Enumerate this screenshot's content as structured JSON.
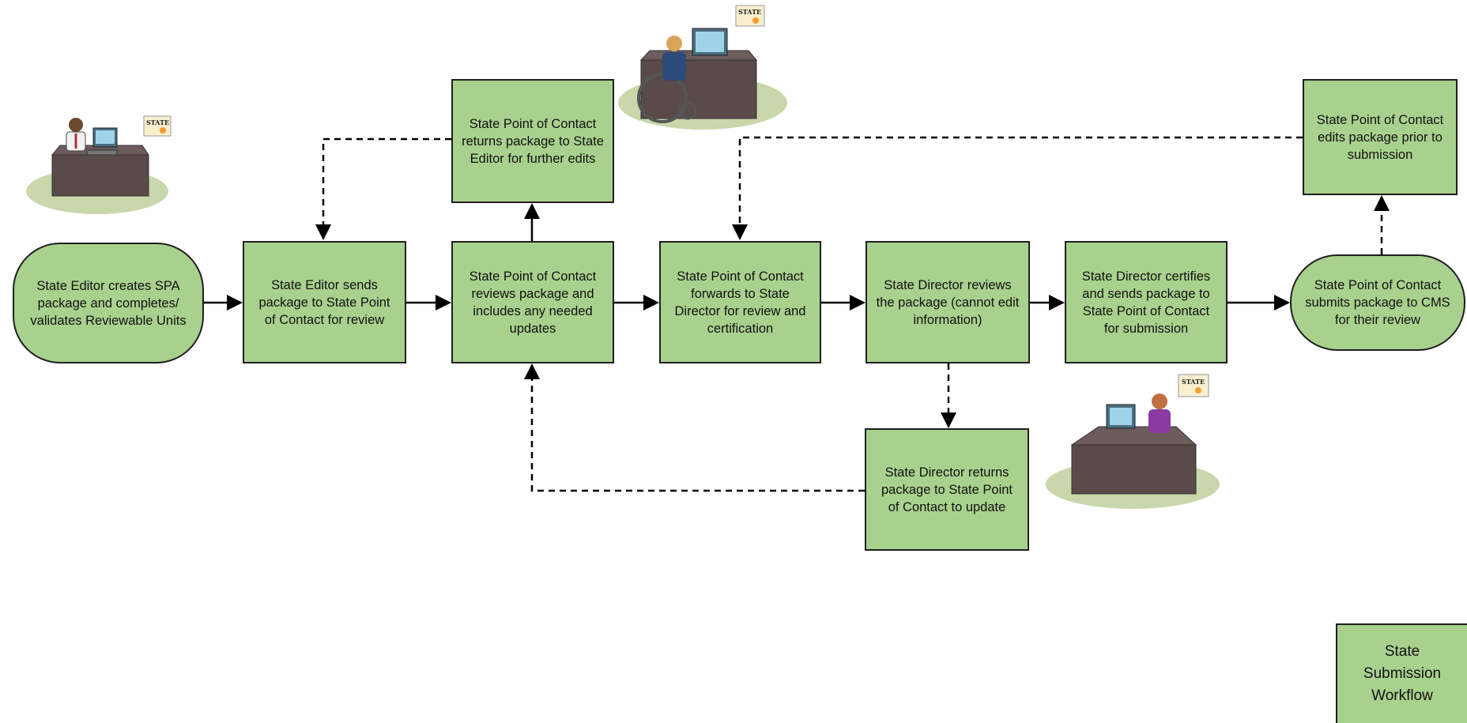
{
  "nodes": {
    "editor_create": "State Editor creates SPA package and completes/ validates Reviewable Units",
    "editor_send": "State Editor sends package to State Point of Contact for review",
    "poc_review": "State Point of Contact reviews package and includes any needed updates",
    "poc_return": "State Point of Contact returns package to State Editor for further edits",
    "poc_forward": "State Point of Contact forwards to State Director for review and certification",
    "director_review": "State Director reviews the package (cannot edit information)",
    "director_return": "State Director returns package to State Point of Contact to update",
    "director_certify": "State Director certifies and sends package to State Point of Contact for submission",
    "poc_edit_prior": "State Point of Contact edits package prior to submission",
    "poc_submit": "State Point of Contact submits package to CMS for their review"
  },
  "legend": "State Submission Workflow",
  "signs": {
    "editor": "STATE",
    "poc": "STATE",
    "director": "STATE"
  },
  "colors": {
    "box_fill": "#a9d18e",
    "box_border": "#1f1f1f",
    "arrow": "#000000",
    "floor": "#c9d7ab",
    "desk": "#5a4a4a"
  },
  "figures": [
    "editor-at-desk",
    "poc-in-wheelchair-at-desk",
    "director-at-desk"
  ]
}
